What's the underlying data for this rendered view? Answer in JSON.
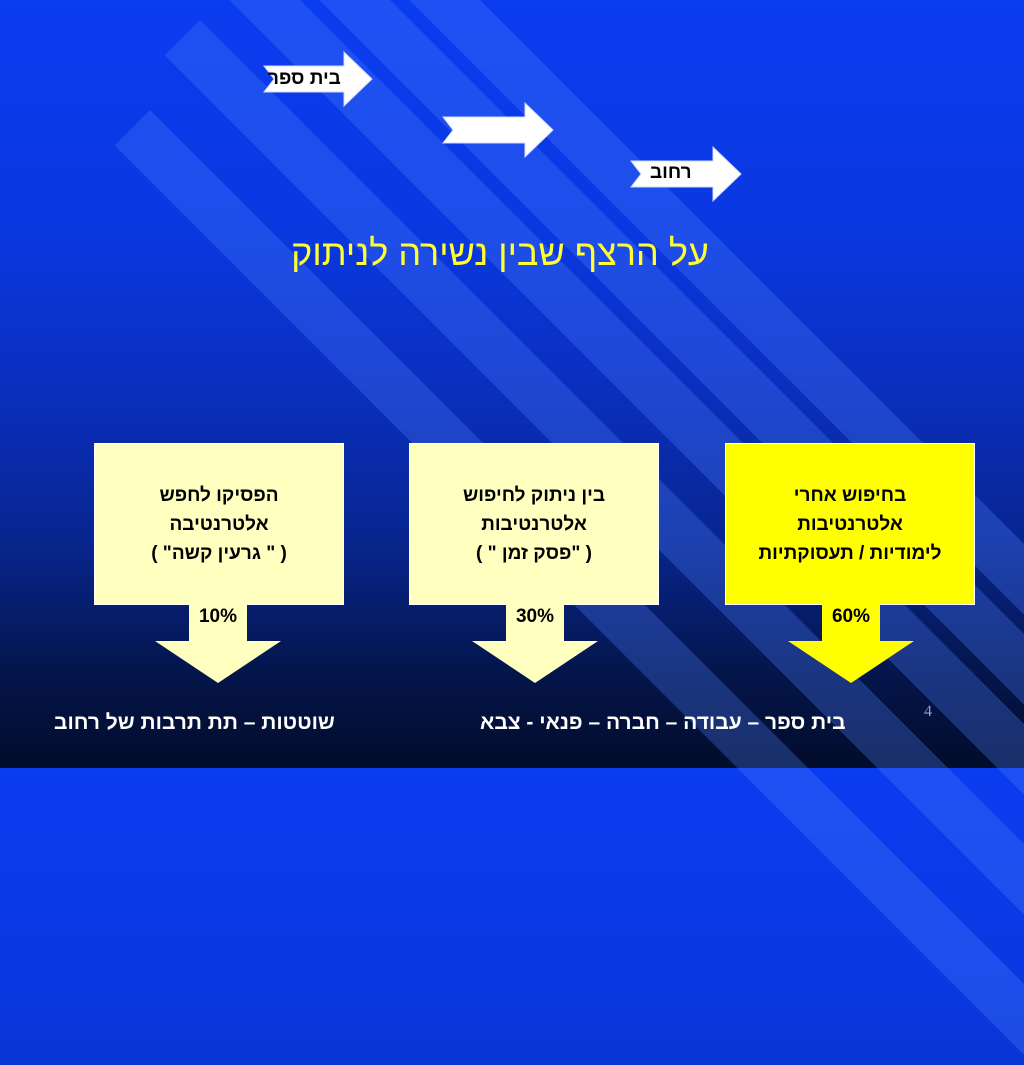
{
  "arrows": {
    "school_label": "בית ספר",
    "street_label": "רחוב"
  },
  "title": "על הרצף שבין  נשירה לניתוק",
  "boxes": [
    {
      "line1": "הפסיקו לחפש",
      "line2": "אלטרנטיבה",
      "line3": "( \" גרעין קשה\" )",
      "percent": "10%"
    },
    {
      "line1": "בין ניתוק לחיפוש",
      "line2": "אלטרנטיבות",
      "line3": "( \"פסק זמן \" )",
      "percent": "30%"
    },
    {
      "line1": "בחיפוש אחרי",
      "line2": "אלטרנטיבות",
      "line3": "לימודיות / תעסוקתיות",
      "percent": "60%"
    }
  ],
  "bottom": {
    "left_text": "שוטטות – תת תרבות של רחוב",
    "right_text": "בית ספר – עבודה – חברה – פנאי - צבא"
  },
  "slide_number": "4",
  "colors": {
    "highlight_box": "#ffff00",
    "pale_box": "#ffffc0",
    "title_text": "#ffff33"
  }
}
